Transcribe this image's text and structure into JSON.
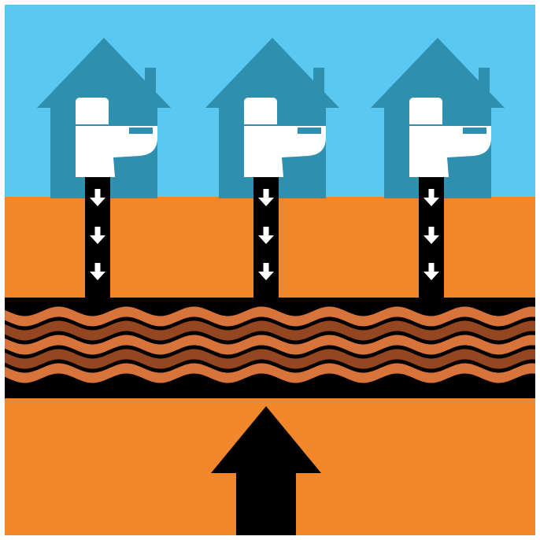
{
  "diagram": {
    "houses": [
      {
        "id": "house-1",
        "toilet": true,
        "pipe_arrows": 3
      },
      {
        "id": "house-2",
        "toilet": true,
        "pipe_arrows": 3
      },
      {
        "id": "house-3",
        "toilet": true,
        "pipe_arrows": 3
      }
    ],
    "layers": [
      "sky",
      "ground",
      "sewer-main",
      "waste-flow",
      "ground"
    ],
    "colors": {
      "sky": "#5bc8f2",
      "house": "#2e8fae",
      "ground": "#f2862a",
      "pipe": "#000000",
      "toilet": "#ffffff",
      "arrow_small": "#ffffff",
      "wave_light": "#d8733a",
      "wave_dark": "#93461f",
      "big_arrow": "#000000"
    },
    "icons": [
      "house-icon",
      "toilet-icon",
      "down-arrow-icon",
      "up-arrow-icon"
    ]
  }
}
